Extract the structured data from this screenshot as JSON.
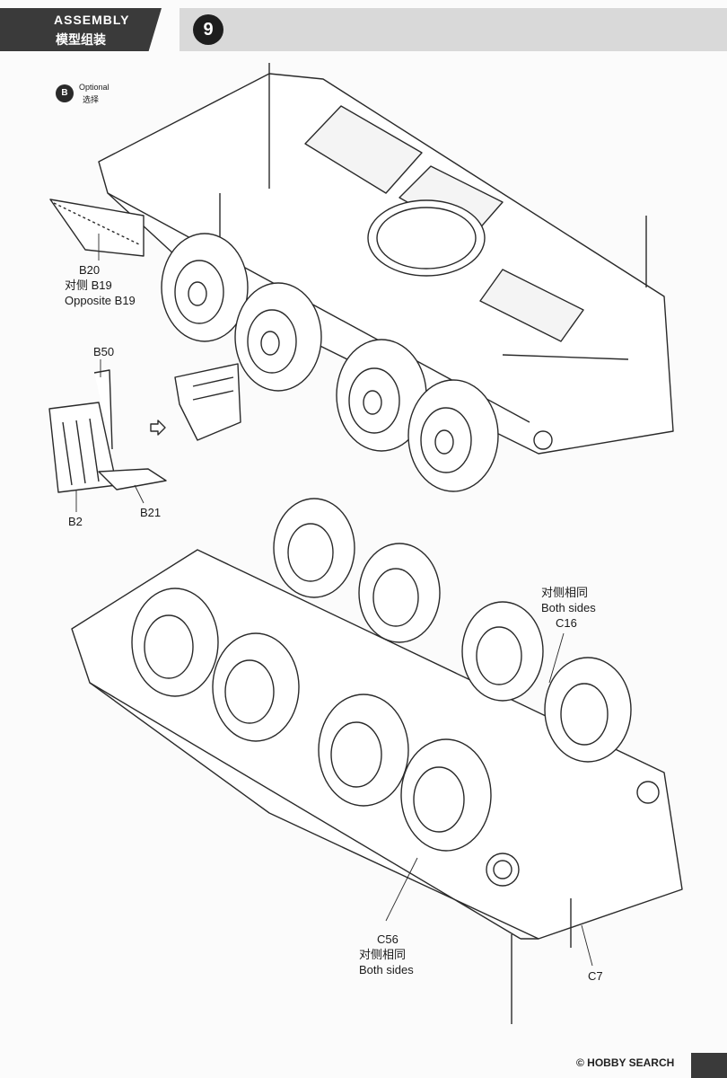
{
  "header": {
    "title_en": "ASSEMBLY",
    "title_zh": "模型组装",
    "step": "9"
  },
  "optional": {
    "icon": "B",
    "label_en": "Optional",
    "label_zh": "选择"
  },
  "callouts": {
    "b20": {
      "part": "B20",
      "note_zh": "对侧 B19",
      "note_en": "Opposite B19"
    },
    "b50": "B50",
    "b2": "B2",
    "b21": "B21",
    "c16": {
      "note_zh": "对侧相同",
      "note_en": "Both sides",
      "part": "C16"
    },
    "c56": {
      "part": "C56",
      "note_zh": "对侧相同",
      "note_en": "Both sides"
    },
    "c7": "C7"
  },
  "footer": {
    "watermark": "© HOBBY SEARCH"
  },
  "colors": {
    "header_dark": "#3a3a3a",
    "header_bar": "#d9d9d9",
    "line": "#2a2a2a"
  }
}
